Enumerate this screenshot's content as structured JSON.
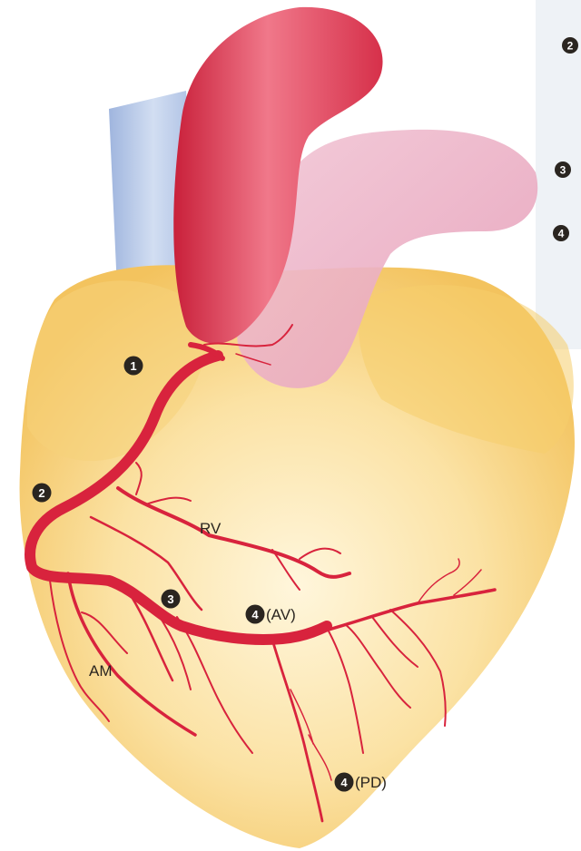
{
  "markers": {
    "m1": "1",
    "m2": "2",
    "m3": "3",
    "m4_av": "4",
    "m4_pd": "4"
  },
  "labels": {
    "rv": "RV",
    "am": "AM",
    "av": "(AV)",
    "pd": "(PD)"
  },
  "side_panel": {
    "items": [
      "2",
      "3",
      "4"
    ]
  },
  "colors": {
    "heart": "#f7cf72",
    "heart_light": "#fbe7b0",
    "artery": "#d8233d",
    "aorta": "#e2415a",
    "pulmonary": "#ebb6c8",
    "vena_cava": "#b7c8e6",
    "panel": "#eef2f6",
    "marker": "#2a2520"
  }
}
